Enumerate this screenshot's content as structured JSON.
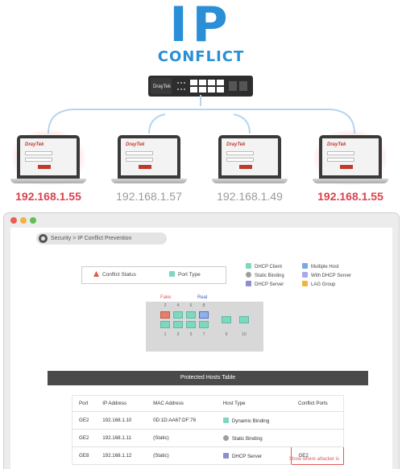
{
  "hero": {
    "title": "IP",
    "subtitle": "CONFLICT"
  },
  "switch": {
    "brand": "DrayTek"
  },
  "laptops": [
    {
      "brand": "DrayTek",
      "ip": "192.168.1.55",
      "fake": true
    },
    {
      "brand": "DrayTek",
      "ip": "192.168.1.57",
      "fake": false
    },
    {
      "brand": "DrayTek",
      "ip": "192.168.1.49",
      "fake": false
    },
    {
      "brand": "DrayTek",
      "ip": "192.168.1.55",
      "fake": true
    }
  ],
  "window": {
    "breadcrumb": "Security  >  IP Conflict Prevention",
    "legend": {
      "conflict_status": "Conflict Status",
      "port_type": "Port Type",
      "items_left": [
        "DHCP Client",
        "Static Binding",
        "DHCP Server"
      ],
      "items_right": [
        "Multiple Host",
        "With DHCP Server",
        "LAG Group"
      ]
    },
    "port_panel": {
      "fake_label": "Fake",
      "real_label": "Real",
      "top_numbers": [
        "2",
        "4",
        "6",
        "8"
      ],
      "bottom_numbers": [
        "1",
        "3",
        "5",
        "7",
        "9",
        "10"
      ]
    },
    "table_title": "Protected Hosts Table",
    "table": {
      "headers": [
        "Port",
        "IP Address",
        "MAC Address",
        "Host Type",
        "Conflict Ports"
      ],
      "rows": [
        {
          "port": "GE2",
          "ip": "192.168.1.10",
          "mac": "0D:1D:AA67:DF:78",
          "host_type": "Dynamic Binding",
          "conflict": ""
        },
        {
          "port": "GE2",
          "ip": "192.168.1.11",
          "mac": "(Static)",
          "host_type": "Static Binding",
          "conflict": ""
        },
        {
          "port": "GE8",
          "ip": "192.168.1.12",
          "mac": "(Static)",
          "host_type": "DHCP Server",
          "conflict": "GE2"
        }
      ]
    },
    "note": "Show where attacker is"
  },
  "colors": {
    "accent_blue": "#2a8fd6",
    "alert_red": "#d9434e",
    "dhcp_client": "#7ed7c1",
    "static_binding": "#9e9e9e",
    "dhcp_server": "#8e8ecf",
    "multiple_host": "#7aa7e8",
    "with_dhcp_server": "#a9a9e6",
    "lag_group": "#f0b63a"
  }
}
